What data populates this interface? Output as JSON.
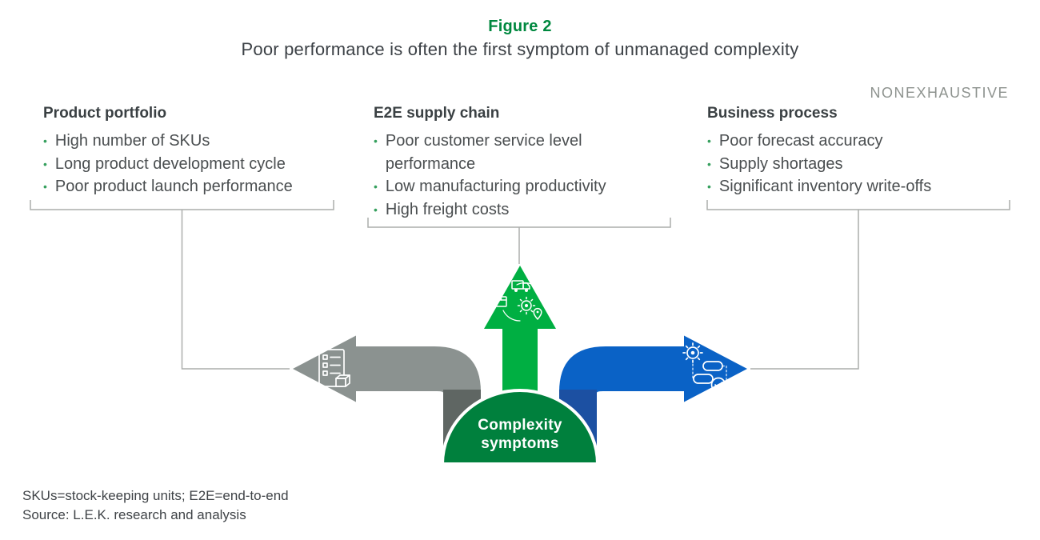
{
  "figure": {
    "label": "Figure 2",
    "title": "Poor performance is often the first symptom of unmanaged complexity"
  },
  "tag": "NONEXHAUSTIVE",
  "columns": [
    {
      "heading": "Product portfolio",
      "items": [
        "High number of SKUs",
        "Long product development cycle",
        "Poor product launch performance"
      ]
    },
    {
      "heading": "E2E supply chain",
      "items": [
        "Poor customer service level performance",
        "Low manufacturing productivity",
        "High freight costs"
      ]
    },
    {
      "heading": "Business process",
      "items": [
        "Poor forecast accuracy",
        "Supply shortages",
        "Significant inventory write-offs"
      ]
    }
  ],
  "center": {
    "line1": "Complexity",
    "line2": "symptoms"
  },
  "footnotes": [
    "SKUs=stock-keeping units; E2E=end-to-end",
    "Source: L.E.K. research and analysis"
  ],
  "icons": {
    "left_arrow": "checklist-clipboard-icon",
    "middle_arrow": "supply-chain-cycle-icon",
    "right_arrow": "process-workflow-icon"
  },
  "colors": {
    "brand_green": "#00883F",
    "bright_green": "#00AF42",
    "dome_green": "#00803D",
    "arrow_gray": "#8B9290",
    "arrow_gray_dark": "#5F6663",
    "arrow_blue": "#0A62C6",
    "arrow_blue_dark": "#1C50A2",
    "connector_gray": "#ACAEAC",
    "bullet_green": "#36A05E",
    "heading_text": "#3A4043",
    "body_text": "#4A4E50",
    "tag_gray": "#8E938F"
  }
}
